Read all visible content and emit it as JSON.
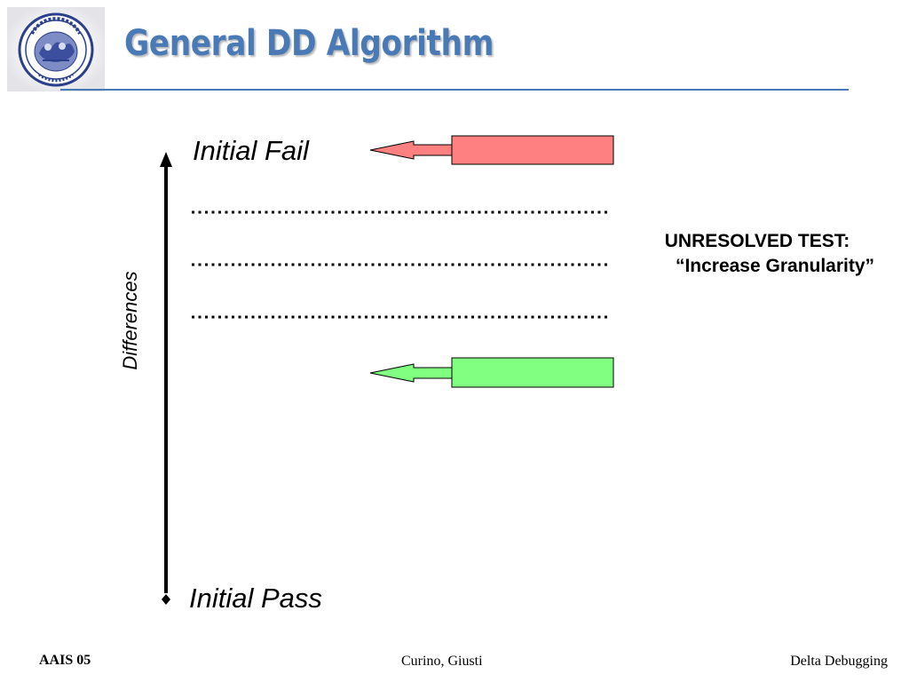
{
  "slide": {
    "title": "General DD Algorithm"
  },
  "diagram": {
    "top_label": "Initial Fail",
    "bottom_label": "Initial Pass",
    "axis_label": "Differences",
    "note_line1": "UNRESOLVED TEST:",
    "note_line2": "“Increase Granularity”",
    "fail_arrow_color": "#ff8080",
    "pass_arrow_color": "#80ff80"
  },
  "footer": {
    "left": "AAIS 05",
    "center": "Curino, Giusti",
    "right": "Delta Debugging"
  }
}
